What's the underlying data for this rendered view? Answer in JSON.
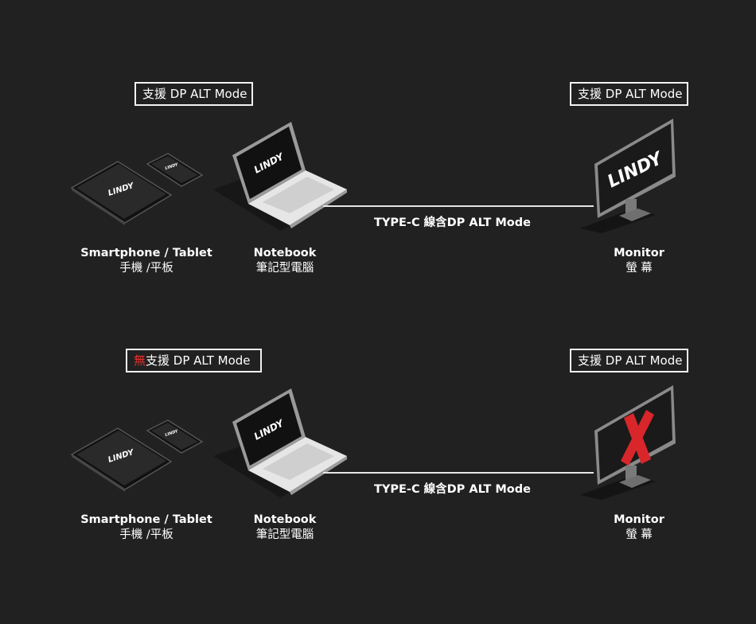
{
  "diagrams": [
    {
      "left_badge": {
        "negation": "",
        "text": "支援  DP ALT Mode"
      },
      "right_badge": {
        "text": "支援 DP ALT Mode"
      },
      "devices": {
        "mobile": {
          "en": "Smartphone / Tablet",
          "zh": "手機 /平板",
          "logo": "LINDY"
        },
        "notebook": {
          "en": "Notebook",
          "zh": "筆記型電腦",
          "logo": "LINDY"
        },
        "monitor": {
          "en": "Monitor",
          "zh": "螢 幕",
          "logo": "LINDY"
        }
      },
      "cable_label": "TYPE-C 線含DP  ALT Mode",
      "monitor_state": "on"
    },
    {
      "left_badge": {
        "negation": "無",
        "text": "支援  DP ALT Mode"
      },
      "right_badge": {
        "text": "支援 DP ALT Mode"
      },
      "devices": {
        "mobile": {
          "en": "Smartphone / Tablet",
          "zh": "手機 /平板",
          "logo": "LINDY"
        },
        "notebook": {
          "en": "Notebook",
          "zh": "筆記型電腦",
          "logo": "LINDY"
        },
        "monitor": {
          "en": "Monitor",
          "zh": "螢 幕",
          "logo": ""
        }
      },
      "cable_label": "TYPE-C 線含DP  ALT Mode",
      "monitor_state": "no-signal"
    }
  ],
  "colors": {
    "background": "#222121",
    "accent": "#e0322e",
    "cable": "#e6e6e6"
  }
}
